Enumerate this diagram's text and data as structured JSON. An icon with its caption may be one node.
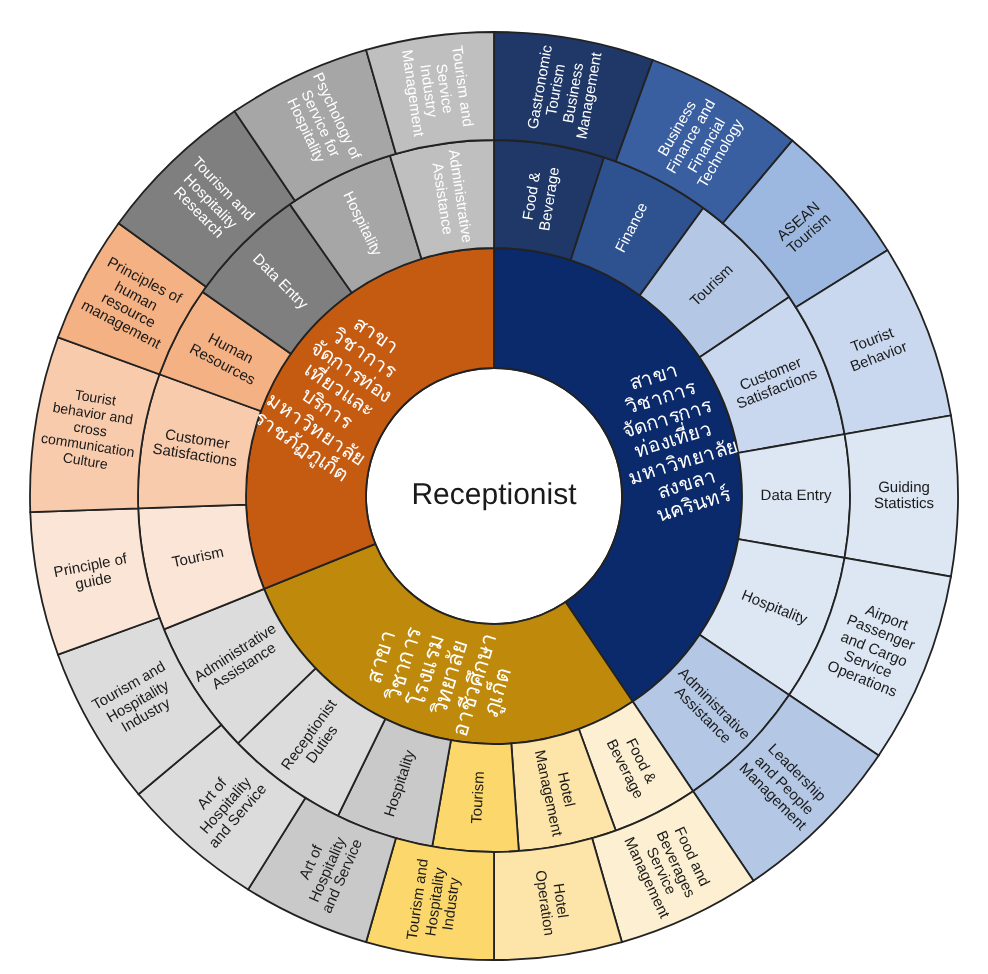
{
  "diagram": {
    "nodes": [
      {
        "text": [
          "Receptionist"
        ]
      },
      {
        "text": [
          "สาขาวิชาการจัดการการท่องเที่ยวมหาวิทยาลัยสงขลานครินทร์"
        ]
      },
      {
        "text": [
          "สาขาวิชาการโรงแรมวิทยาลัยอาชีวศึกษาภูเก็ต"
        ]
      },
      {
        "text": [
          "สาขาวิชาการจัดการท่องเที่ยวและบริการมหาวิทยาลัยราชภัฏภูเก็ต"
        ]
      },
      {
        "text": [
          "Food & Beverage"
        ]
      },
      {
        "text": [
          "Finance"
        ]
      },
      {
        "text": [
          "Tourism"
        ]
      },
      {
        "text": [
          "Customer Satisfactions"
        ]
      },
      {
        "text": [
          "Data Entry"
        ]
      },
      {
        "text": [
          "Hospitality"
        ]
      },
      {
        "text": [
          "Administrative Assistance"
        ]
      },
      {
        "text": [
          "Food & Beverage"
        ]
      },
      {
        "text": [
          "Hotel Management"
        ]
      },
      {
        "text": [
          "Tourism"
        ]
      },
      {
        "text": [
          "Hospitality"
        ]
      },
      {
        "text": [
          "Receptionist Duties"
        ]
      },
      {
        "text": [
          "Administrative Assistance"
        ]
      },
      {
        "text": [
          "Tourism"
        ]
      },
      {
        "text": [
          "Customer Satisfactions"
        ]
      },
      {
        "text": [
          "Human Resources"
        ]
      },
      {
        "text": [
          "Data Entry"
        ]
      },
      {
        "text": [
          "Hospitality"
        ]
      },
      {
        "text": [
          "Administrative Assistance"
        ]
      },
      {
        "text": [
          "Gastronomic Tourism Business Management"
        ]
      },
      {
        "text": [
          "Business Finance and Financial Technology"
        ]
      },
      {
        "text": [
          "ASEAN Tourism"
        ]
      },
      {
        "text": [
          "Tourist Behavior"
        ]
      },
      {
        "text": [
          "Guiding Statistics"
        ]
      },
      {
        "text": [
          "Airport Passenger and Cargo Service Operations"
        ]
      },
      {
        "text": [
          "Leadership and People Management"
        ]
      },
      {
        "text": [
          "Food and Beverages Service Management"
        ]
      },
      {
        "text": [
          "Hotel Operation"
        ]
      },
      {
        "text": [
          "Tourism and Hospitality Industry"
        ]
      },
      {
        "text": [
          "Art of Hospitality and Service"
        ]
      },
      {
        "text": [
          "Art of Hospitality and Service"
        ]
      },
      {
        "text": [
          "Tourism and Hospitality Industry"
        ]
      },
      {
        "text": [
          "Principle of guide"
        ]
      },
      {
        "text": [
          "Tourist behavior and cross communication Culture"
        ]
      },
      {
        "text": [
          "Principles of human resource management"
        ]
      },
      {
        "text": [
          "Tourism and Hospitality Research"
        ]
      },
      {
        "text": [
          "Psychology of Service for Hospitality"
        ]
      },
      {
        "text": [
          "Tourism and Service Industry Management"
        ]
      }
    ]
  }
}
